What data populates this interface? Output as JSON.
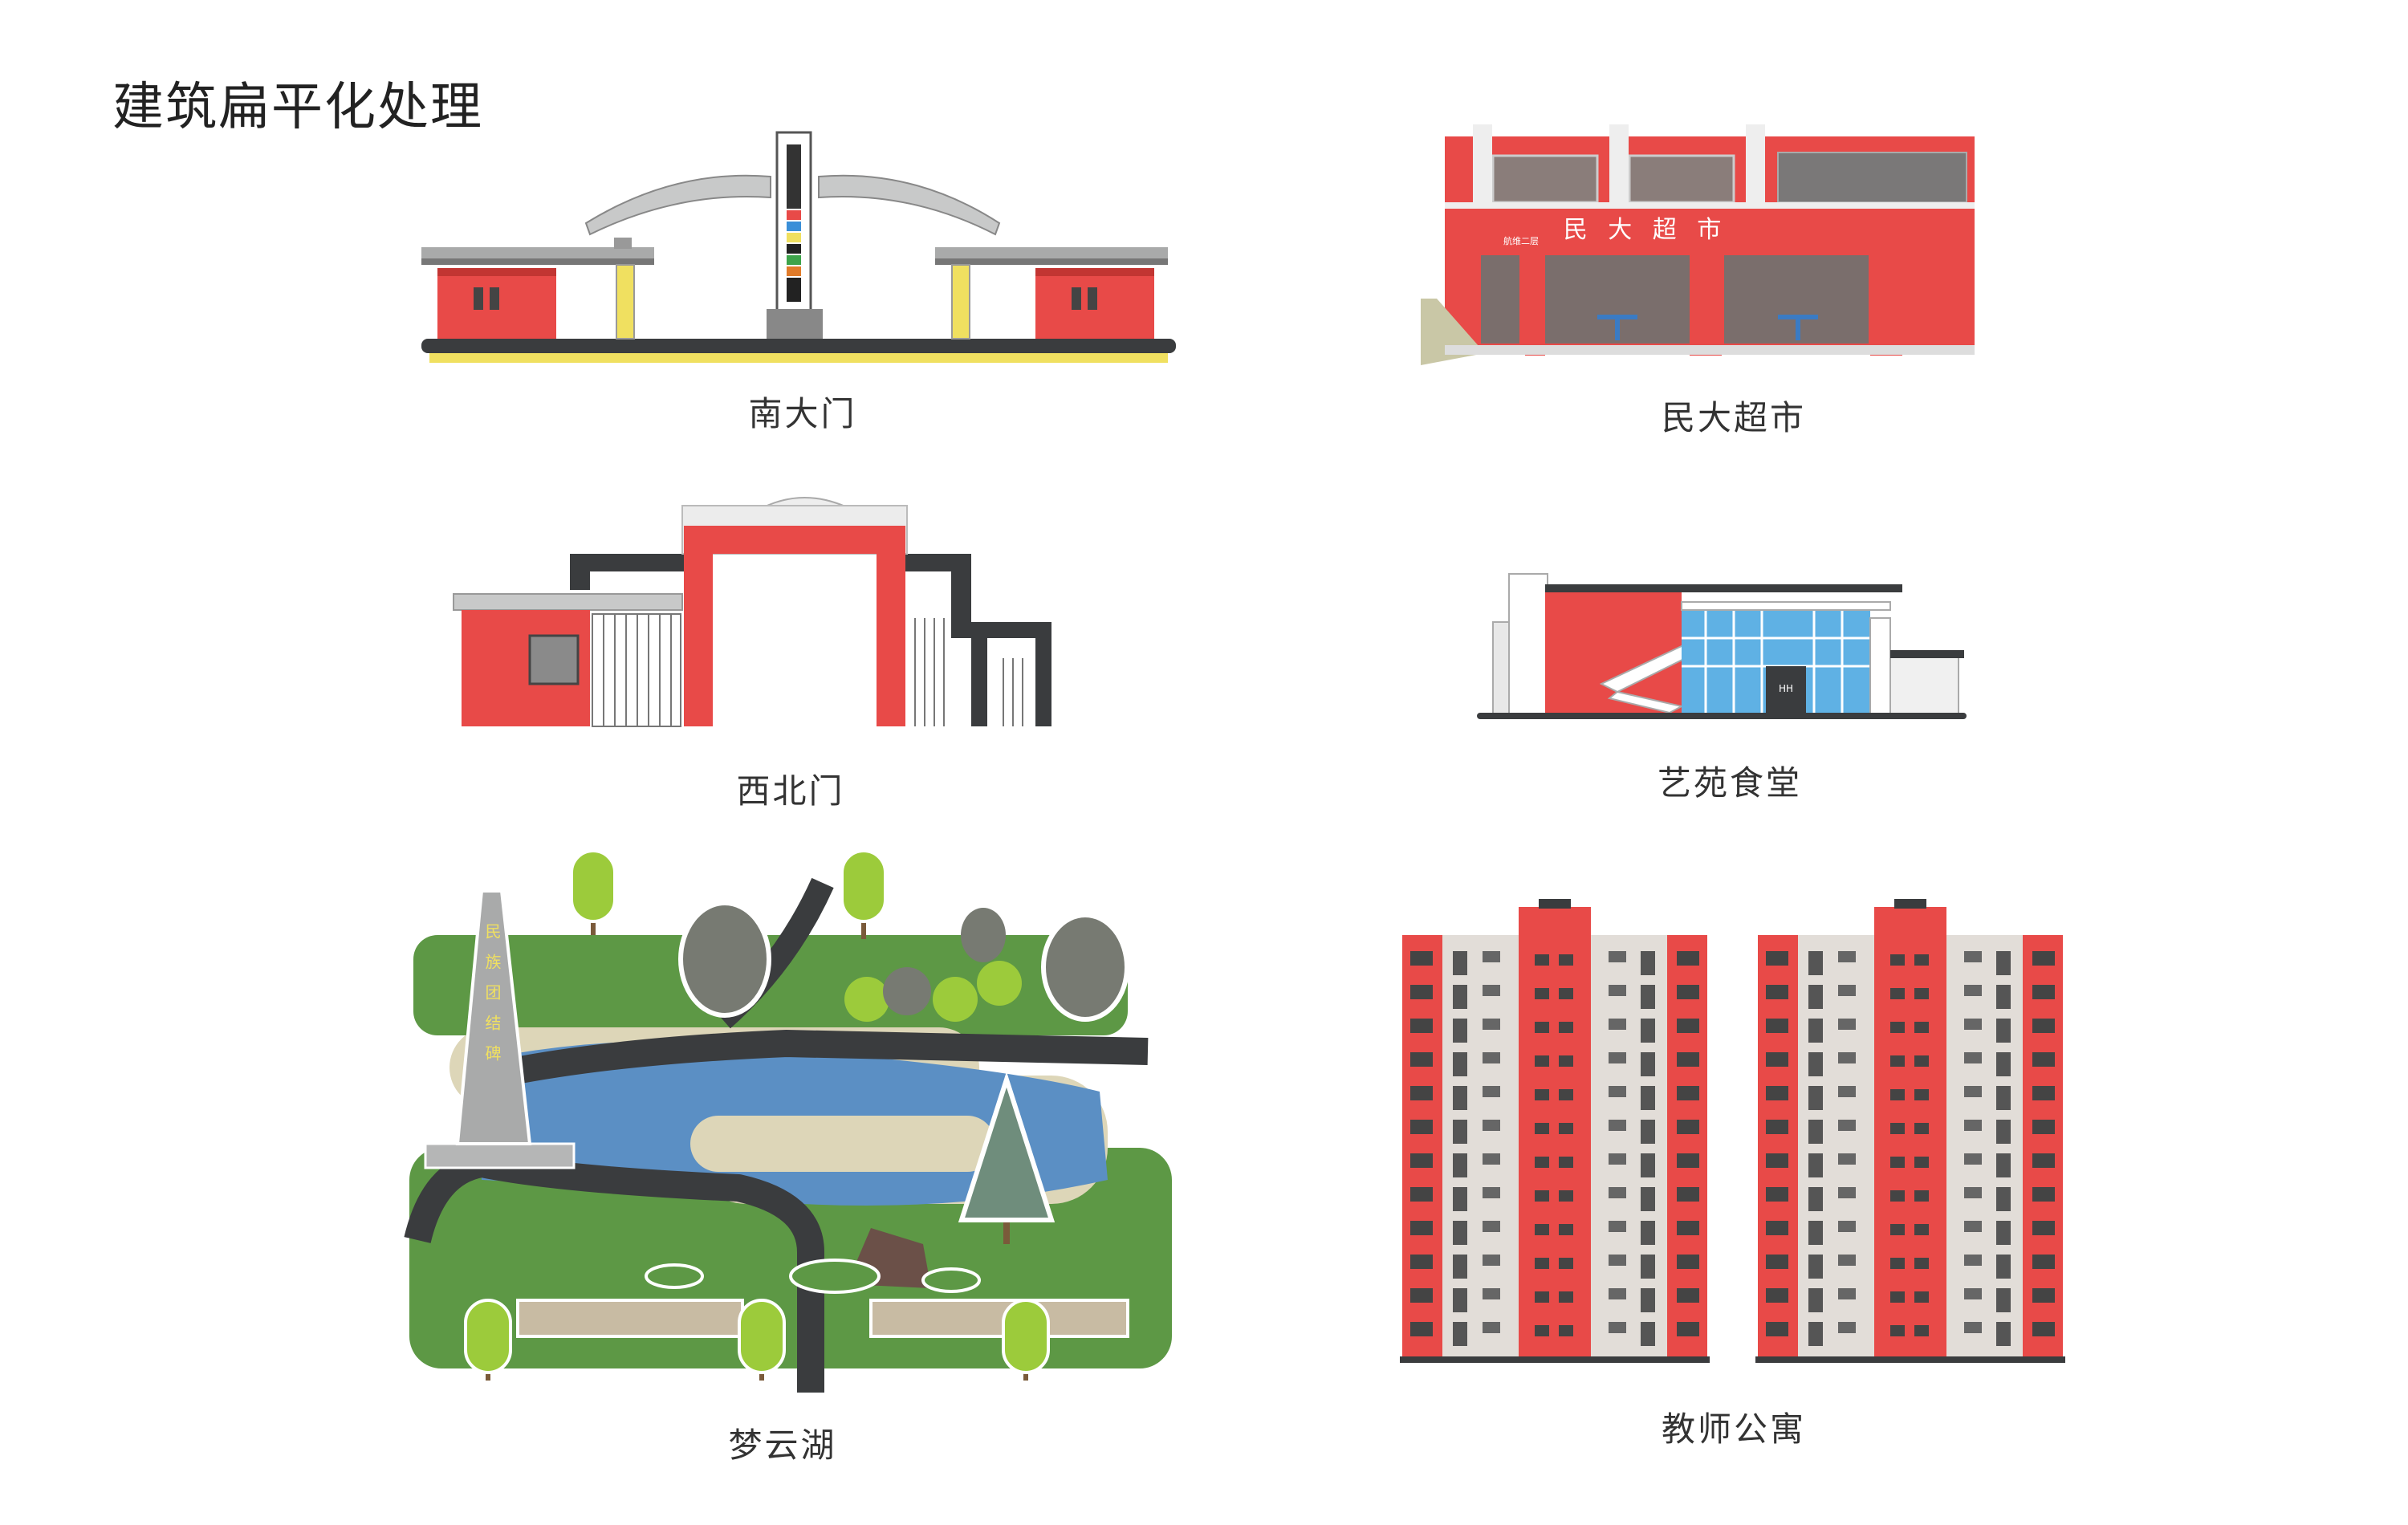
{
  "page": {
    "title": "建筑扁平化处理"
  },
  "buildings": [
    {
      "label": "南大门"
    },
    {
      "label": "民大超市"
    },
    {
      "label": "西北门"
    },
    {
      "label": "艺苑食堂"
    },
    {
      "label": "梦云湖"
    },
    {
      "label": "教师公寓"
    }
  ],
  "signs": {
    "supermarket_sign": "民 大 超 市",
    "supermarket_sub": "航维二层",
    "monument_text": "民族团结碑",
    "canteen_door": "HH"
  },
  "colors": {
    "red": "#e84a48",
    "dark": "#3a3c3e",
    "gray": "#a9aaaa",
    "green": "#5d9845",
    "water": "#5b8fc4",
    "sand": "#ddd6b8",
    "yellow": "#f0e060"
  }
}
